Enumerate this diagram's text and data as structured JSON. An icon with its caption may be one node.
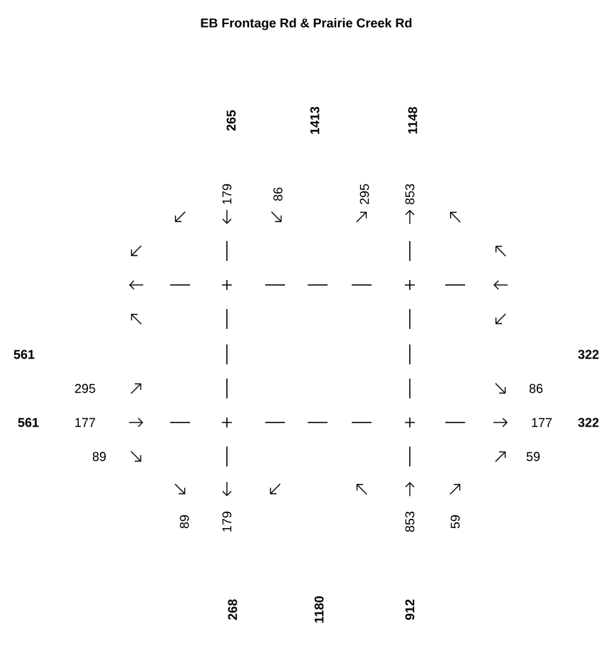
{
  "diagram": {
    "title": "EB Frontage Rd & Prairie Creek Rd",
    "labels": [
      "265",
      "1413",
      "1148",
      "179",
      "86",
      "295",
      "853",
      "561",
      "322",
      "295",
      "86",
      "561",
      "177",
      "177",
      "322",
      "89",
      "59",
      "89",
      "179",
      "853",
      "59",
      "268",
      "1180",
      "912"
    ]
  }
}
